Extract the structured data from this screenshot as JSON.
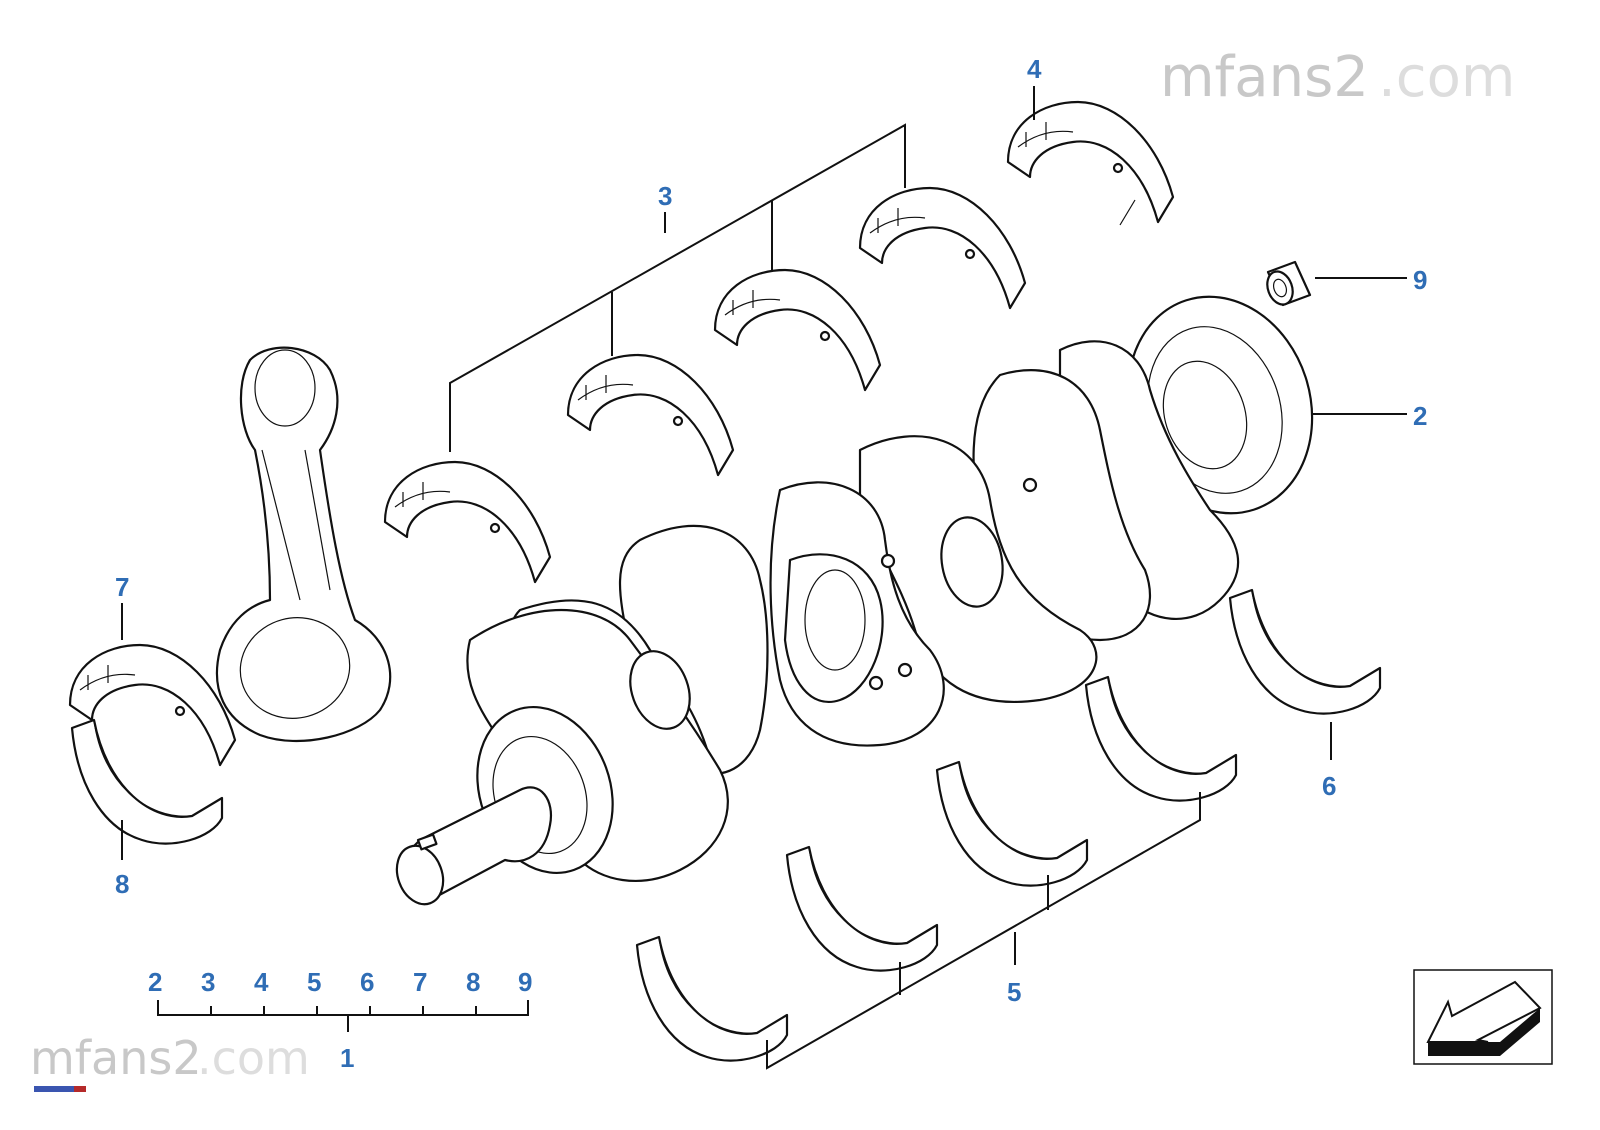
{
  "watermark": {
    "main": "mfans2",
    "suffix": ".com"
  },
  "callouts": [
    {
      "id": "1",
      "label": "1"
    },
    {
      "id": "2",
      "label": "2"
    },
    {
      "id": "3",
      "label": "3"
    },
    {
      "id": "4",
      "label": "4"
    },
    {
      "id": "5",
      "label": "5"
    },
    {
      "id": "6",
      "label": "6"
    },
    {
      "id": "7",
      "label": "7"
    },
    {
      "id": "8",
      "label": "8"
    },
    {
      "id": "9",
      "label": "9"
    }
  ],
  "legend": {
    "items": [
      "2",
      "3",
      "4",
      "5",
      "6",
      "7",
      "8",
      "9"
    ],
    "total": "1"
  },
  "colors": {
    "callout": "#2f6db5",
    "watermark": "#c8c8c8",
    "watermark_suffix": "#dddddd",
    "line": "#111111"
  },
  "icons": {
    "orientation": "direction-arrow-icon"
  }
}
